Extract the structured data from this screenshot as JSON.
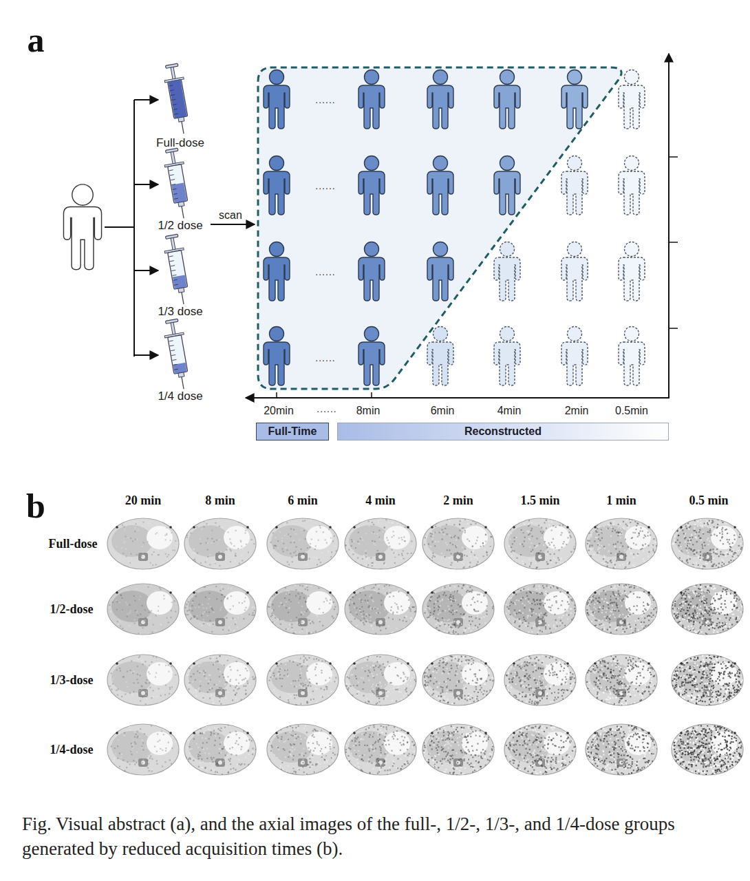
{
  "diagram": {
    "caption": "Fig. Visual abstract (a), and the axial images of the full-, 1/2-, 1/3-, and 1/4-dose groups generated by reduced acquisition times (b).",
    "nodes": [
      {
        "text": [
          "Full-Time"
        ]
      },
      {
        "text": [
          "Reconstructed"
        ]
      }
    ],
    "labels": [
      "a",
      "Full-dose",
      "1/2 dose",
      "1/3 dose",
      "1/4 dose",
      "scan",
      "......",
      "......",
      "......",
      "......",
      "20min",
      "......",
      "8min",
      "6min",
      "4min",
      "2min",
      "0.5min",
      "b",
      "20 min",
      "8 min",
      "6 min",
      "4 min",
      "2 min",
      "1.5 min",
      "1 min",
      "0.5 min",
      "Full-dose",
      "1/2-dose",
      "1/3-dose",
      "1/4-dose"
    ]
  }
}
